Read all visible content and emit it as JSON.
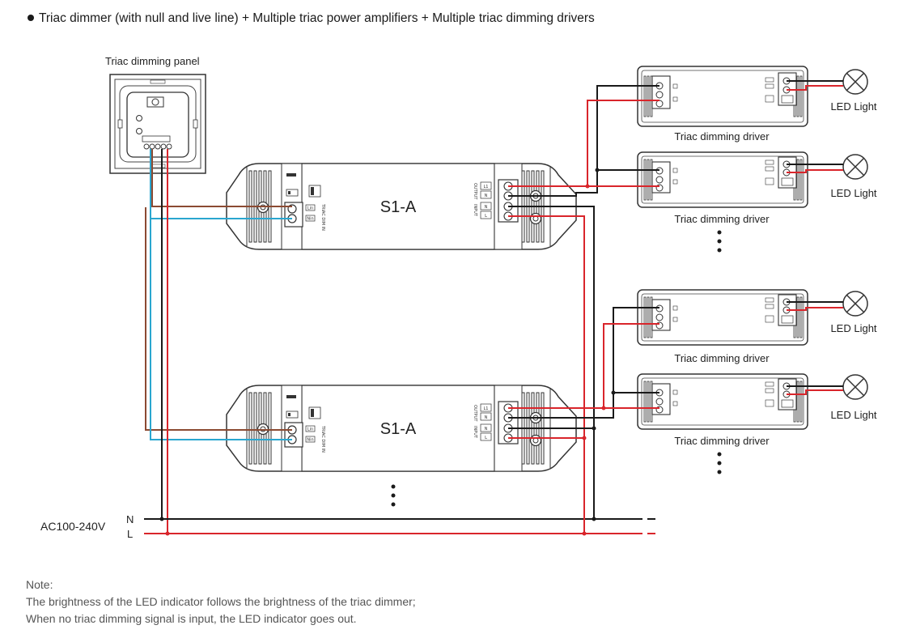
{
  "title": "Triac dimmer (with null and live line) + Multiple triac power amplifiers + Multiple triac dimming drivers",
  "panel": {
    "label": "Triac dimming panel"
  },
  "amplifiers": [
    {
      "model": "S1-A",
      "input_label": "INPUT",
      "output_label": "OUTPUT",
      "triac_label": "TRIAC DIM IN",
      "lin": "Lin",
      "nin": "Nin",
      "terminals": [
        "L1",
        "N",
        "N",
        "L"
      ]
    },
    {
      "model": "S1-A",
      "input_label": "INPUT",
      "output_label": "OUTPUT",
      "triac_label": "TRIAC DIM IN",
      "lin": "Lin",
      "nin": "Nin",
      "terminals": [
        "L1",
        "N",
        "N",
        "L"
      ]
    }
  ],
  "drivers": [
    {
      "label": "Triac dimming driver",
      "light": "LED Light"
    },
    {
      "label": "Triac dimming driver",
      "light": "LED Light"
    },
    {
      "label": "Triac dimming driver",
      "light": "LED Light"
    },
    {
      "label": "Triac dimming driver",
      "light": "LED Light"
    }
  ],
  "mains": {
    "label": "AC100-240V",
    "n": "N",
    "l": "L"
  },
  "note": {
    "heading": "Note:",
    "lines": [
      "The brightness of the LED indicator follows the brightness of the triac dimmer;",
      "When no triac dimming signal is input, the LED indicator goes out."
    ]
  },
  "colors": {
    "live": "#d9252b",
    "neutral": "#1a1a1a",
    "triac_lin": "#8b4a32",
    "triac_nin": "#2aa6cf"
  }
}
